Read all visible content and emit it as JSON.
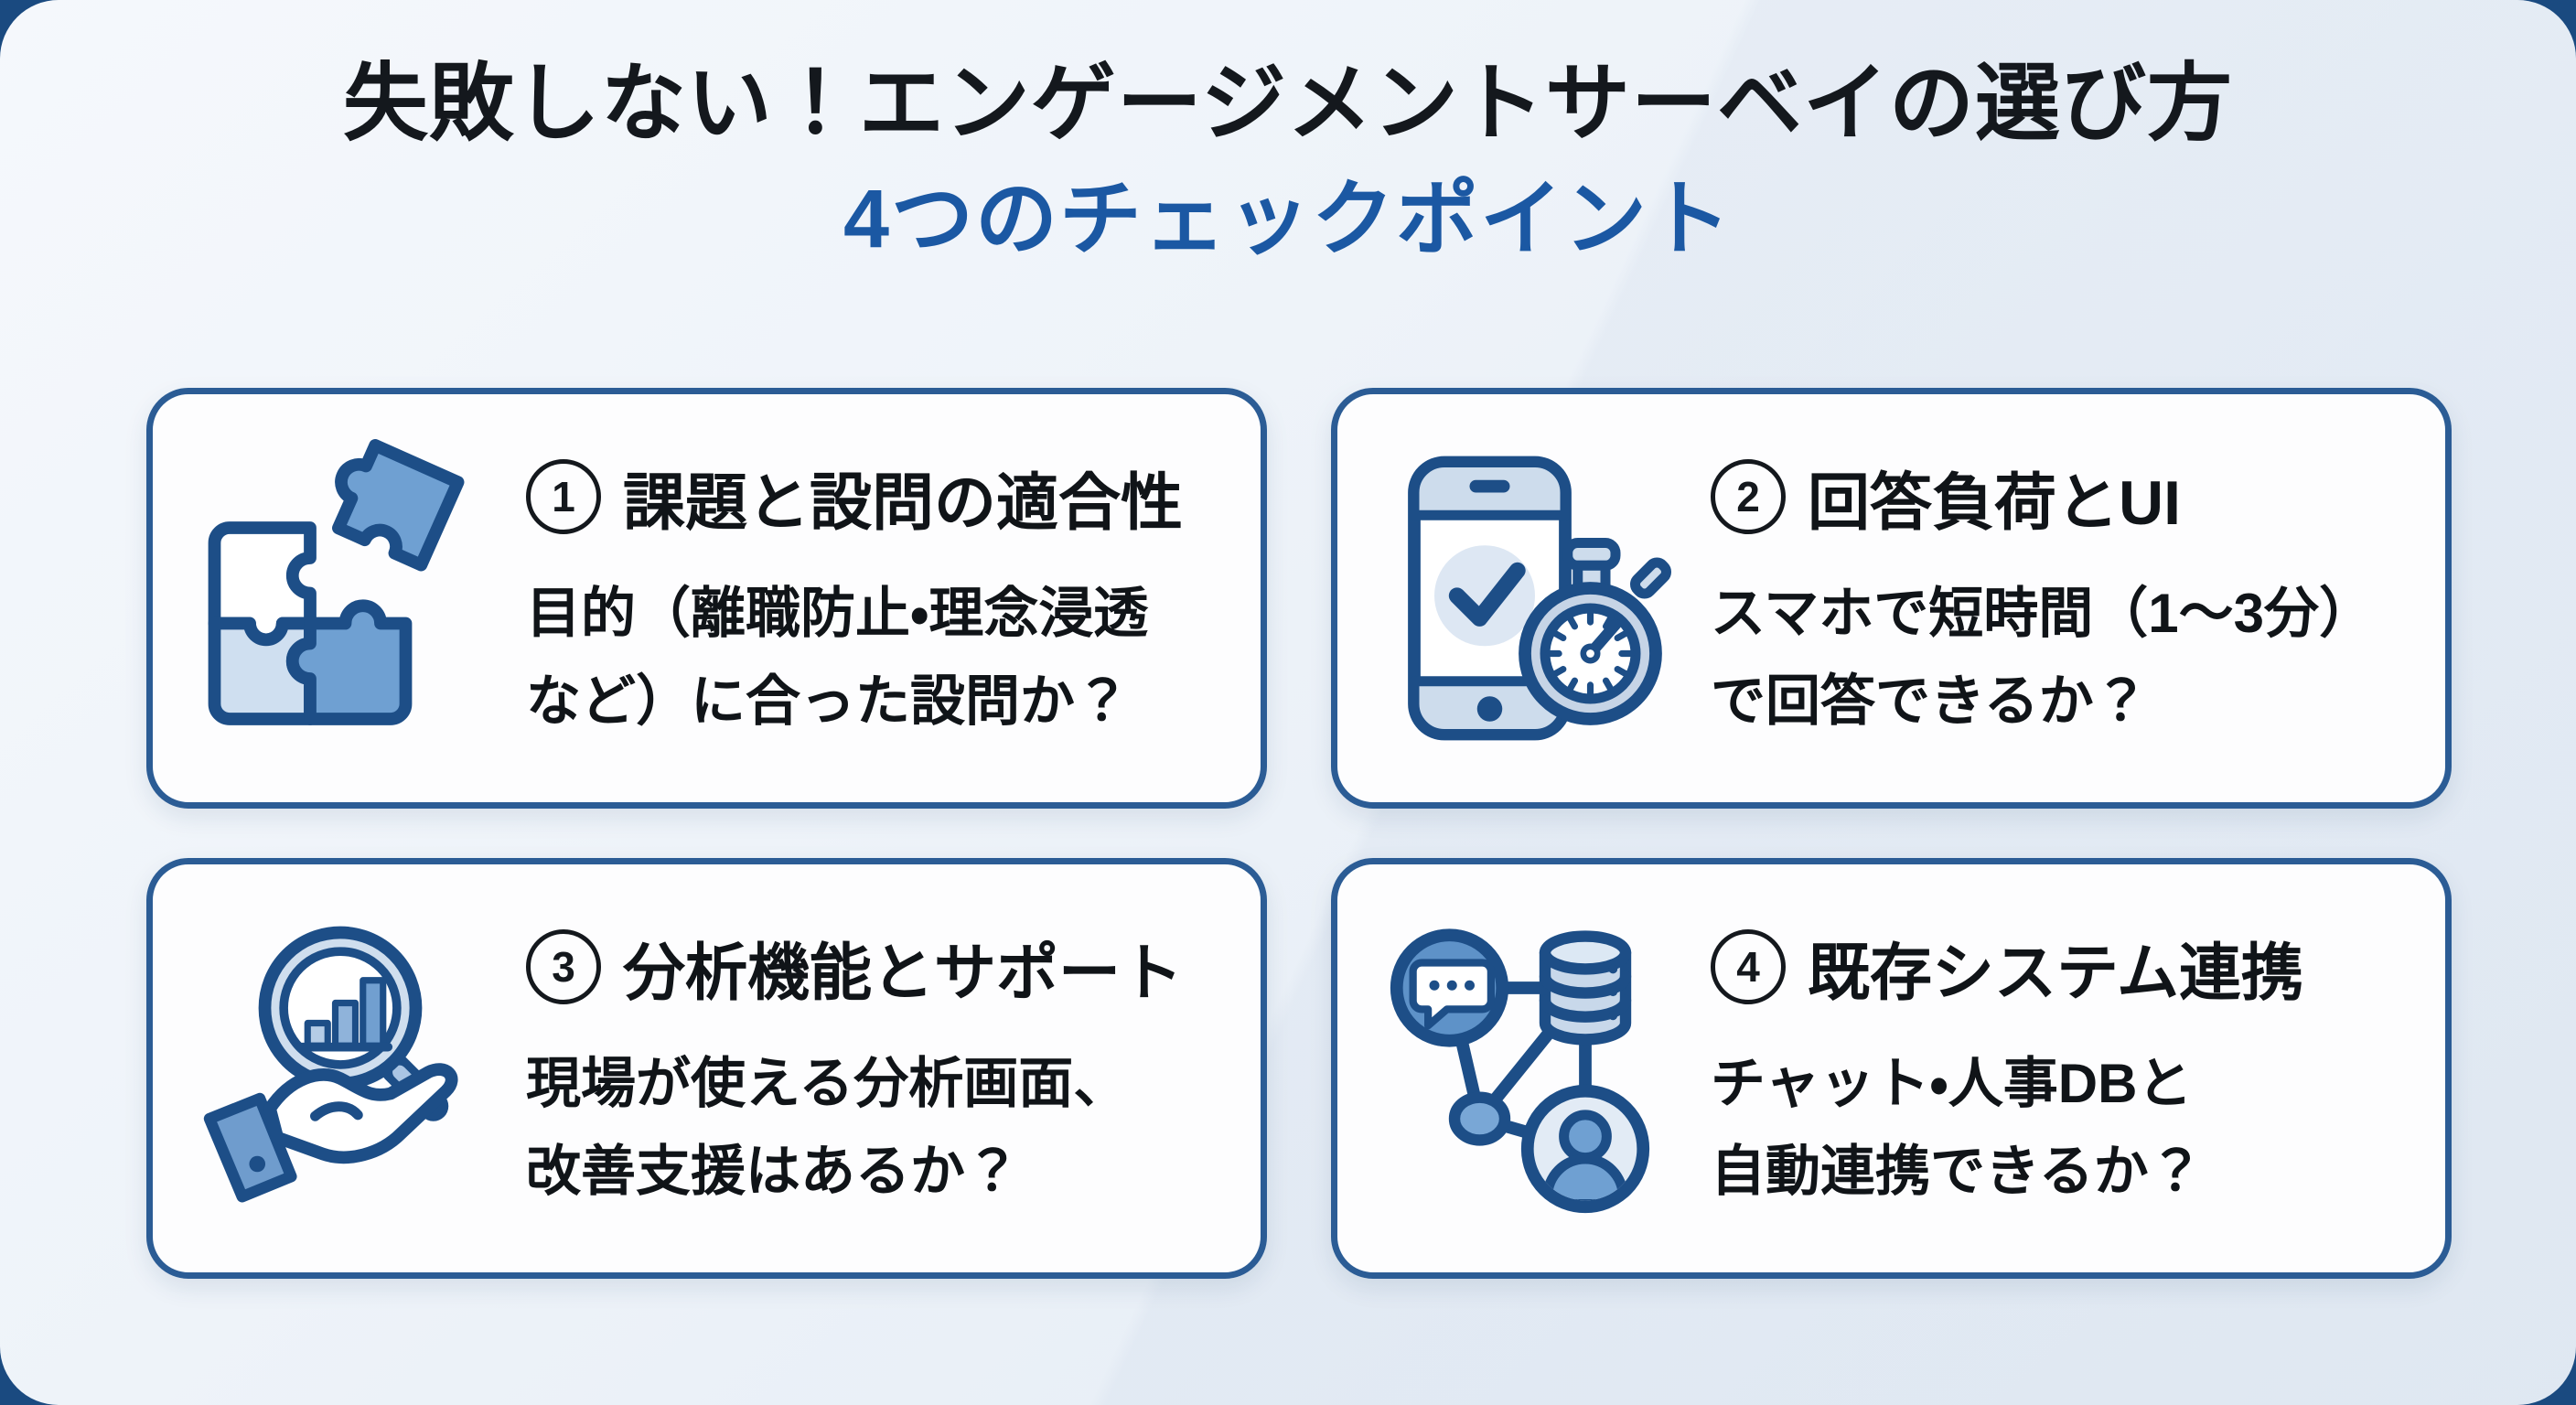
{
  "page": {
    "title_line1": "失敗しない！エンゲージメントサーベイの選び方",
    "title_line2": "4つのチェックポイント",
    "colors": {
      "outer_frame_navy": "#1a4a80",
      "panel_background": "#eef3f9",
      "card_background": "#fdfdfe",
      "card_border": "#2b5c95",
      "accent_blue": "#1b58a3",
      "text_black": "#14181d",
      "icon_stroke_navy": "#1d4e87",
      "icon_mid_blue": "#6fa0d2",
      "icon_light_blue": "#cddced",
      "icon_pale_blue": "#dde7f3"
    }
  },
  "cards": [
    {
      "number": "1",
      "icon": "puzzle-icon",
      "title": "課題と設問の適合性",
      "body_line1": "目的（離職防止・理念浸透",
      "body_line2": "など）に合った設問か？"
    },
    {
      "number": "2",
      "icon": "phone-stopwatch-icon",
      "title": "回答負荷とUI",
      "body_line1": "スマホで短時間（1〜3分）",
      "body_line2": "で回答できるか？"
    },
    {
      "number": "3",
      "icon": "magnifier-hand-icon",
      "title": "分析機能とサポート",
      "body_line1": "現場が使える分析画面、",
      "body_line2": "改善支援はあるか？"
    },
    {
      "number": "4",
      "icon": "network-icon",
      "title": "既存システム連携",
      "body_line1": "チャット・人事DBと",
      "body_line2": "自動連携できるか？"
    }
  ]
}
